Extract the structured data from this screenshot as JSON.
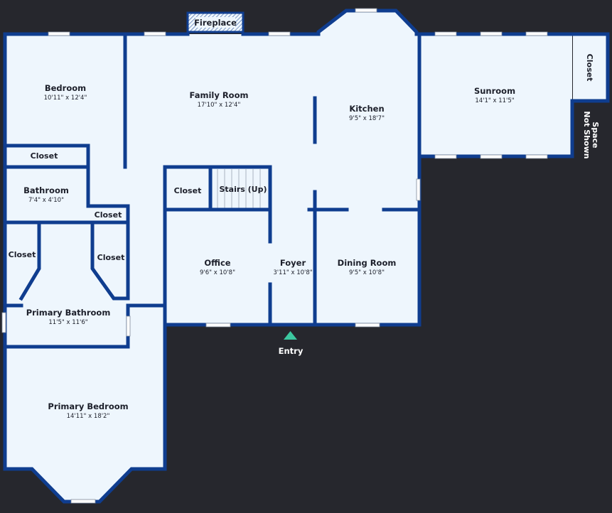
{
  "rooms": {
    "bedroom": {
      "name": "Bedroom",
      "dim": "10'11\" x 12'4\""
    },
    "family_room": {
      "name": "Family Room",
      "dim": "17'10\" x 12'4\""
    },
    "kitchen": {
      "name": "Kitchen",
      "dim": "9'5\" x 18'7\""
    },
    "sunroom": {
      "name": "Sunroom",
      "dim": "14'1\" x 11'5\""
    },
    "bathroom": {
      "name": "Bathroom",
      "dim": "7'4\" x 4'10\""
    },
    "office": {
      "name": "Office",
      "dim": "9'6\" x 10'8\""
    },
    "foyer": {
      "name": "Foyer",
      "dim": "3'11\" x 10'8\""
    },
    "dining_room": {
      "name": "Dining Room",
      "dim": "9'5\" x 10'8\""
    },
    "primary_bathroom": {
      "name": "Primary Bathroom",
      "dim": "11'5\" x 11'6\""
    },
    "primary_bedroom": {
      "name": "Primary Bedroom",
      "dim": "14'11\" x 18'2\""
    }
  },
  "closets": {
    "bedroom_closet": "Closet",
    "hall_closet": "Closet",
    "bath_closet": "Closet",
    "primary_closet_left": "Closet",
    "primary_closet_right": "Closet",
    "sunroom_closet": "Closet"
  },
  "features": {
    "fireplace": "Fireplace",
    "stairs": "Stairs (Up)",
    "entry": "Entry",
    "space_not_shown_line1": "Space",
    "space_not_shown_line2": "Not Shown"
  },
  "colors": {
    "background": "#26272d",
    "floor": "#eef6fd",
    "wall": "#0f3d8f",
    "entry_marker": "#3cc8a0"
  }
}
